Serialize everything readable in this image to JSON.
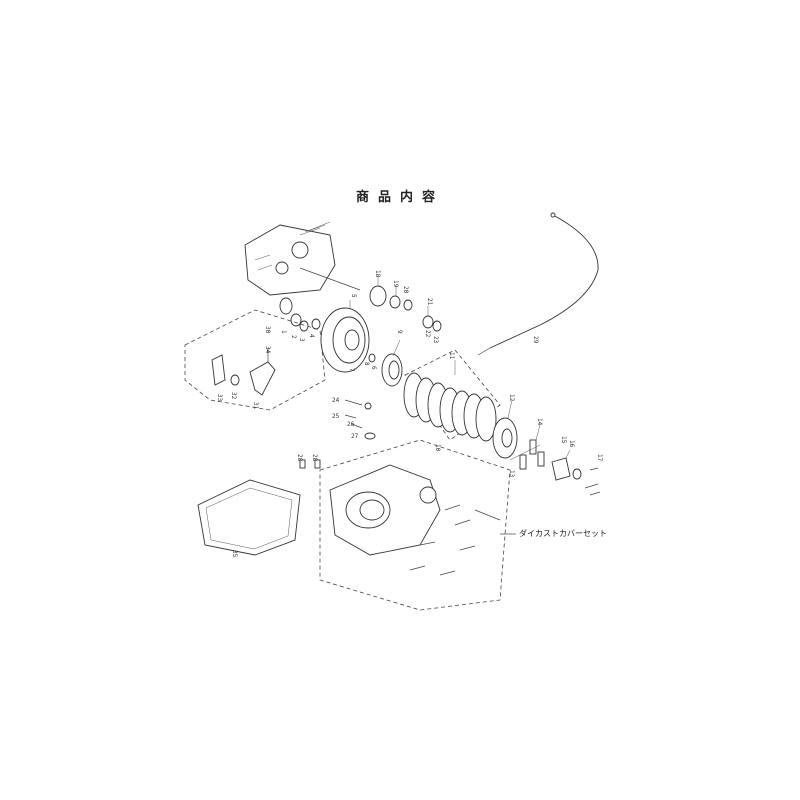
{
  "title": "商品内容",
  "callout": "ダイカストカバーセット",
  "part_numbers": [
    "1",
    "2",
    "3",
    "4",
    "5",
    "6",
    "7",
    "8",
    "9",
    "10",
    "11",
    "12",
    "13",
    "14",
    "15",
    "16",
    "17",
    "18",
    "19",
    "20",
    "21",
    "22",
    "23",
    "24",
    "25",
    "26",
    "27",
    "28",
    "28",
    "29",
    "30",
    "31",
    "32",
    "33",
    "34",
    "35"
  ]
}
